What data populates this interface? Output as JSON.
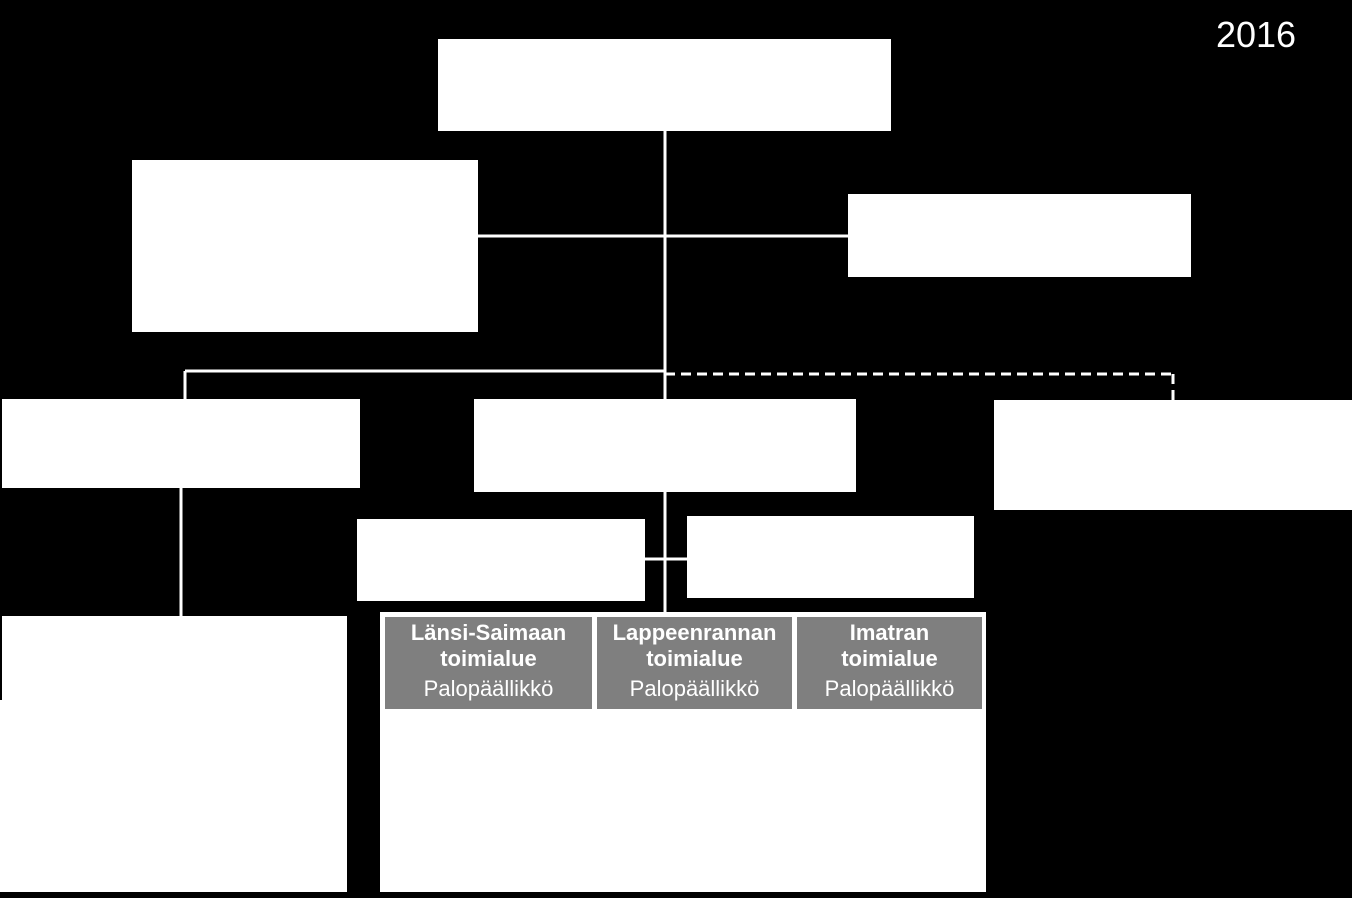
{
  "year": "2016",
  "areas": [
    {
      "name_line1": "Länsi-Saimaan",
      "name_line2": "toimialue",
      "role": "Palopäällikkö"
    },
    {
      "name_line1": "Lappeenrannan",
      "name_line2": "toimialue",
      "role": "Palopäällikkö"
    },
    {
      "name_line1": "Imatran",
      "name_line2": "toimialue",
      "role": "Palopäällikkö"
    }
  ],
  "colors": {
    "background": "#000000",
    "box": "#ffffff",
    "area_box": "#7f7f7f",
    "area_text": "#ffffff"
  }
}
